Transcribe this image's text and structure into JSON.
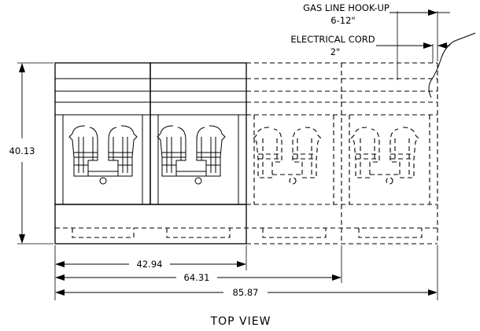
{
  "dimensions": {
    "depth": "40.13",
    "width_two_units": "42.94",
    "width_three_units": "64.31",
    "width_total": "85.87"
  },
  "callouts": {
    "gas_line": "GAS LINE HOOK-UP",
    "gas_line_value": "6-12\"",
    "electrical_cord": "ELECTRICAL CORD",
    "electrical_cord_value": "2\""
  },
  "view_label": "TOP VIEW"
}
